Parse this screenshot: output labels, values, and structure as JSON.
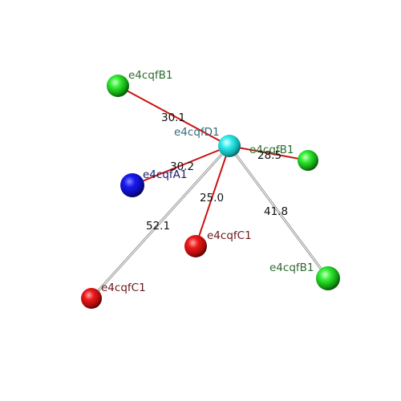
{
  "colors": {
    "background": "#ffffff",
    "green_atom": "#22dd22",
    "cyan_atom": "#22dddd",
    "blue_atom": "#1111dd",
    "red_atom": "#ee1111",
    "red_bond": "#cc1111",
    "grey_bond": "#bbbbbb",
    "label_green": "#2e6b2e",
    "label_cyan": "#3a6b7a",
    "label_blue": "#1a1a6b",
    "label_red": "#6b1a1a"
  },
  "atoms": [
    {
      "id": "d1",
      "label": "e4cqfD1",
      "color": "cyan"
    },
    {
      "id": "b1a",
      "label": "e4cqfB1",
      "color": "green"
    },
    {
      "id": "b1b",
      "label": "e4cqfB1",
      "color": "green"
    },
    {
      "id": "b1c",
      "label": "e4cqfB1",
      "color": "green"
    },
    {
      "id": "a1",
      "label": "e4cqfA1",
      "color": "blue"
    },
    {
      "id": "c1a",
      "label": "e4cqfC1",
      "color": "red"
    },
    {
      "id": "c1b",
      "label": "e4cqfC1",
      "color": "red"
    }
  ],
  "bonds": [
    {
      "from": "d1",
      "to": "b1a",
      "distance": "30.1",
      "style": "red"
    },
    {
      "from": "d1",
      "to": "b1b",
      "distance": "28.5",
      "style": "red"
    },
    {
      "from": "d1",
      "to": "a1",
      "distance": "30.2",
      "style": "red"
    },
    {
      "from": "d1",
      "to": "c1a",
      "distance": "25.0",
      "style": "red"
    },
    {
      "from": "d1",
      "to": "c1b",
      "distance": "52.1",
      "style": "grey"
    },
    {
      "from": "d1",
      "to": "b1c",
      "distance": "41.8",
      "style": "grey"
    }
  ]
}
